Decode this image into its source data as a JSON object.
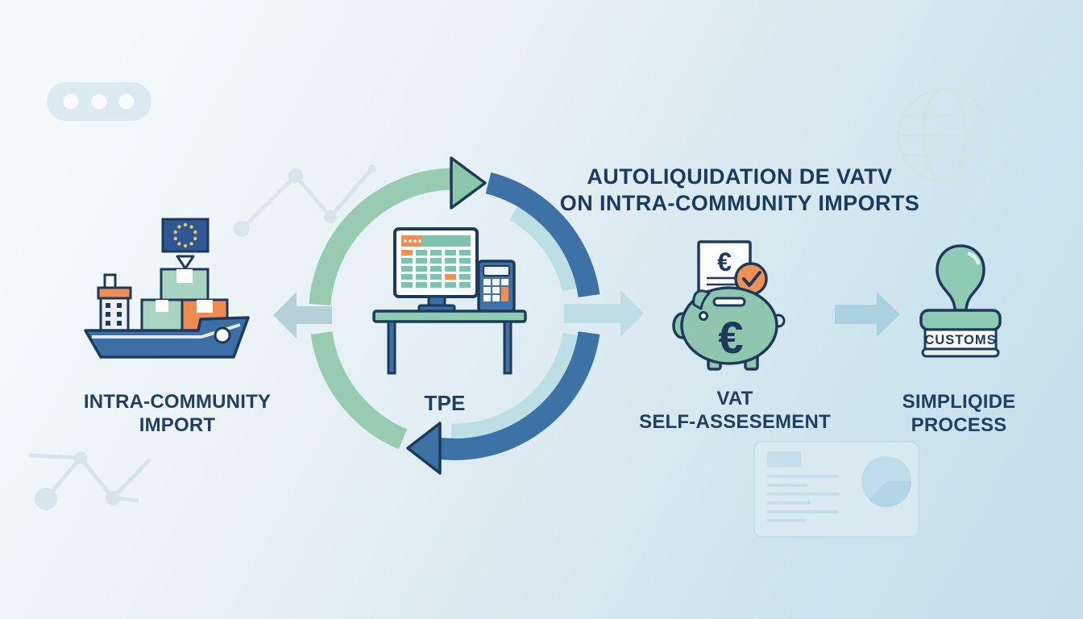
{
  "title": {
    "line1": "AUTOLIQUIDATION DE VATV",
    "line2": "ON INTRA-COMMUNITY IMPORTS"
  },
  "steps": {
    "import": {
      "line1": "INTRA-COMMUNITY",
      "line2": "IMPORT"
    },
    "tpe": {
      "label": "TPE"
    },
    "vat": {
      "line1": "VAT",
      "line2": "SELF-ASSESEMENT"
    },
    "process": {
      "line1": "SIMPLIQIDE",
      "line2": "PROCESS"
    }
  },
  "stamp": {
    "text": "CUSTOMS"
  },
  "icons": [
    "cargo-ship-icon",
    "eu-flag-icon",
    "computer-desk-icon",
    "calculator-icon",
    "piggy-bank-icon",
    "euro-document-icon",
    "check-badge-icon",
    "customs-stamp-icon",
    "globe-icon",
    "cycle-arrows-icon",
    "flow-arrow-icon",
    "dots-pill-icon",
    "network-graph-icon",
    "report-card-icon"
  ],
  "colors": {
    "navy_text": "#1c3a5e",
    "outline_navy": "#1d3a5c",
    "green": "#8ec7ae",
    "arc_green": "#97ccb1",
    "arc_blue": "#3d72a6",
    "arc_light": "#bcdfe5",
    "orange": "#ee8f55",
    "ship_blue": "#3c6fa5",
    "flow_arrow": "#b5d4de",
    "bg_from": "#f7fafc",
    "bg_to": "#c5deea"
  }
}
